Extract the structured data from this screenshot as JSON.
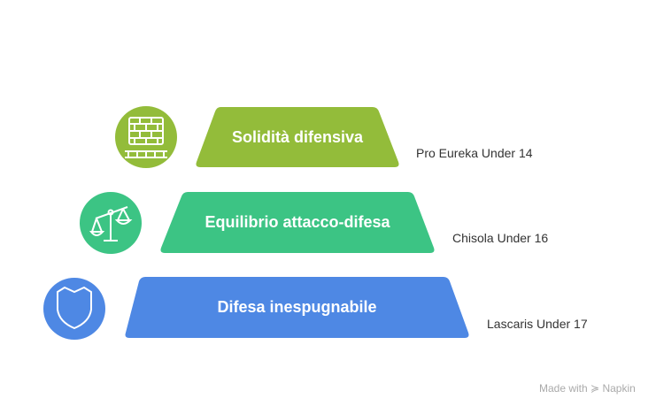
{
  "levels": [
    {
      "label": "Solidità difensiva",
      "team": "Pro Eureka Under 14",
      "icon": "brick-wall-icon",
      "color": "#93BC3A"
    },
    {
      "label": "Equilibrio attacco-difesa",
      "team": "Chisola Under 16",
      "icon": "balance-scale-icon",
      "color": "#3CC484"
    },
    {
      "label": "Difesa inespugnabile",
      "team": "Lascaris Under 17",
      "icon": "shield-icon",
      "color": "#4E88E4"
    }
  ],
  "credit": {
    "made_with": "Made with",
    "brand": "Napkin"
  }
}
